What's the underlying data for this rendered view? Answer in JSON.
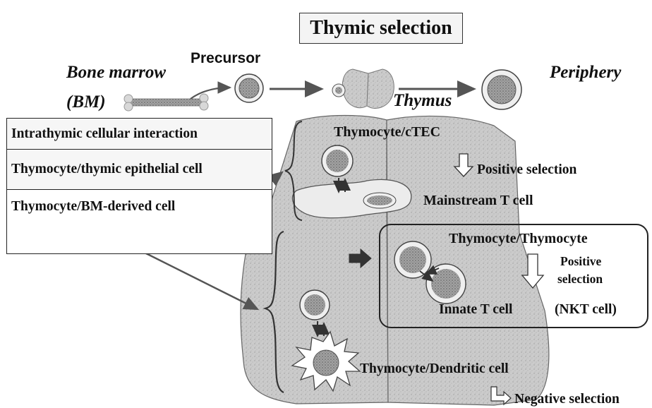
{
  "title": "Thymic selection",
  "top_labels": {
    "bone_marrow_line1": "Bone marrow",
    "bone_marrow_line2": "(BM)",
    "precursor": "Precursor",
    "thymus": "Thymus",
    "periphery": "Periphery"
  },
  "interaction_table": {
    "rows": [
      "Intrathymic cellular interaction",
      "Thymocyte/thymic epithelial cell",
      "Thymocyte/BM-derived cell"
    ]
  },
  "lobe_labels": {
    "thymocyte_ctec": "Thymocyte/cTEC",
    "positive_selection_1": "Positive selection",
    "mainstream_t_cell": "Mainstream T cell",
    "thymocyte_thymocyte": "Thymocyte/Thymocyte",
    "positive_selection_2_line1": "Positive",
    "positive_selection_2_line2": "selection",
    "innate_t_cell": "Innate T cell",
    "nkt_cell": "(NKT cell)",
    "thymocyte_dendritic": "Thymocyte/Dendritic cell",
    "negative_selection": "Negative selection"
  },
  "colors": {
    "lobe_fill": "#c9c9c9",
    "box_border": "#222222",
    "cell_core": "#9a9a9a",
    "arrow": "#555555"
  }
}
